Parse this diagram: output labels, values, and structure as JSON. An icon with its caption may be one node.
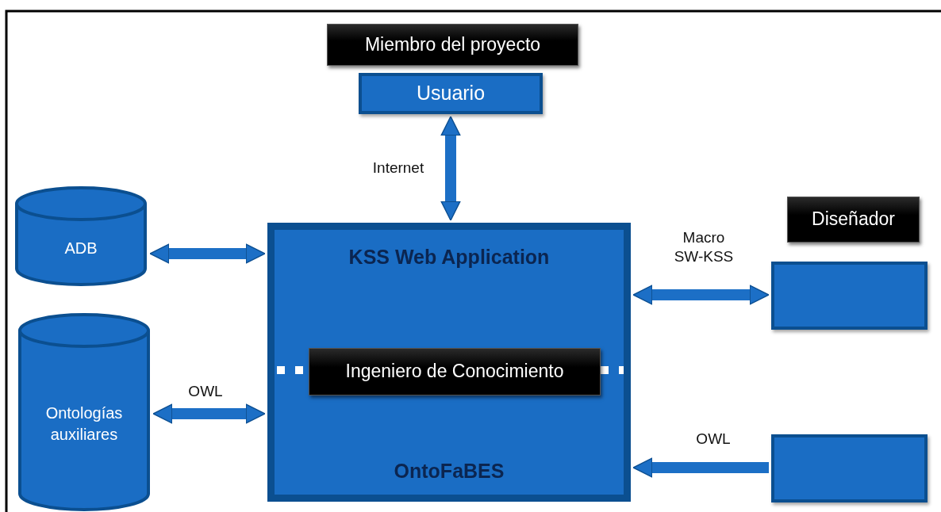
{
  "diagram": {
    "nodes": [
      {
        "text": [
          "Miembro del proyecto"
        ]
      },
      {
        "text": [
          "Usuario"
        ]
      },
      {
        "text": [
          "ADB"
        ]
      },
      {
        "text": [
          "Ontologías auxiliares"
        ]
      },
      {
        "text": [
          "KSS Web Application",
          "OntoFaBES"
        ]
      },
      {
        "text": [
          "Ingeniero de Conocimiento"
        ],
        "in": 4
      },
      {
        "text": [
          "Diseñador"
        ]
      },
      {
        "text": [],
        "shape": "box"
      },
      {
        "text": [],
        "shape": "box"
      }
    ],
    "edges": [
      {
        "from": 1,
        "to": 4,
        "arrow": "both",
        "label": "Internet"
      },
      {
        "from": 2,
        "to": 4,
        "arrow": "both"
      },
      {
        "from": 3,
        "to": 4,
        "arrow": "both",
        "label": "OWL"
      },
      {
        "from": 4,
        "to": 7,
        "arrow": "both",
        "label": "Macro SW-KSS"
      },
      {
        "from": 8,
        "to": 4,
        "arrow": "to",
        "label": "OWL"
      }
    ]
  }
}
